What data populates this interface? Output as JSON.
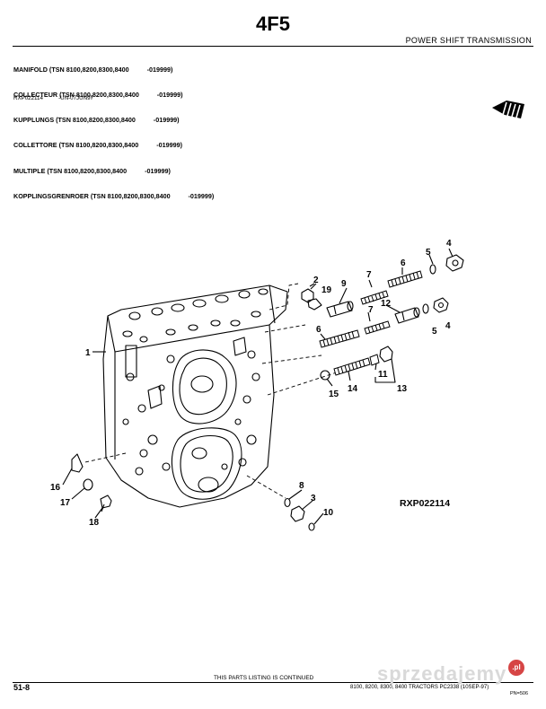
{
  "header": {
    "page_code": "4F5",
    "section": "POWER SHIFT TRANSMISSION",
    "titles": [
      "MANIFOLD (TSN 8100,8200,8300,8400          -019999)",
      "COLLECTEUR (TSN 8100,8200,8300,8400          -019999)",
      "KUPPLUNGS (TSN 8100,8200,8300,8400          -019999)",
      "COLLETTORE (TSN 8100,8200,8300,8400          -019999)",
      "MULTIPLE (TSN 8100,8200,8300,8400          -019999)",
      "KOPPLINGSGRENROER (TSN 8100,8200,8300,8400          -019999)"
    ],
    "reference": "RXP022114          -UN-07JUN97"
  },
  "figure": {
    "id": "RXP022114",
    "callouts": [
      "1",
      "2",
      "3",
      "4",
      "4",
      "5",
      "5",
      "6",
      "6",
      "7",
      "7",
      "8",
      "9",
      "10",
      "11",
      "12",
      "13",
      "14",
      "15",
      "16",
      "17",
      "18",
      "19"
    ]
  },
  "footer": {
    "page_number": "51-8",
    "continued": "THIS PARTS LISTING IS CONTINUED",
    "models": "8100, 8200, 8300, 8400 TRACTORS  PC2338  (10SEP-97)",
    "pn": "PN=506"
  },
  "watermark": {
    "text": "sprzedajemy",
    "badge": ".pl"
  }
}
